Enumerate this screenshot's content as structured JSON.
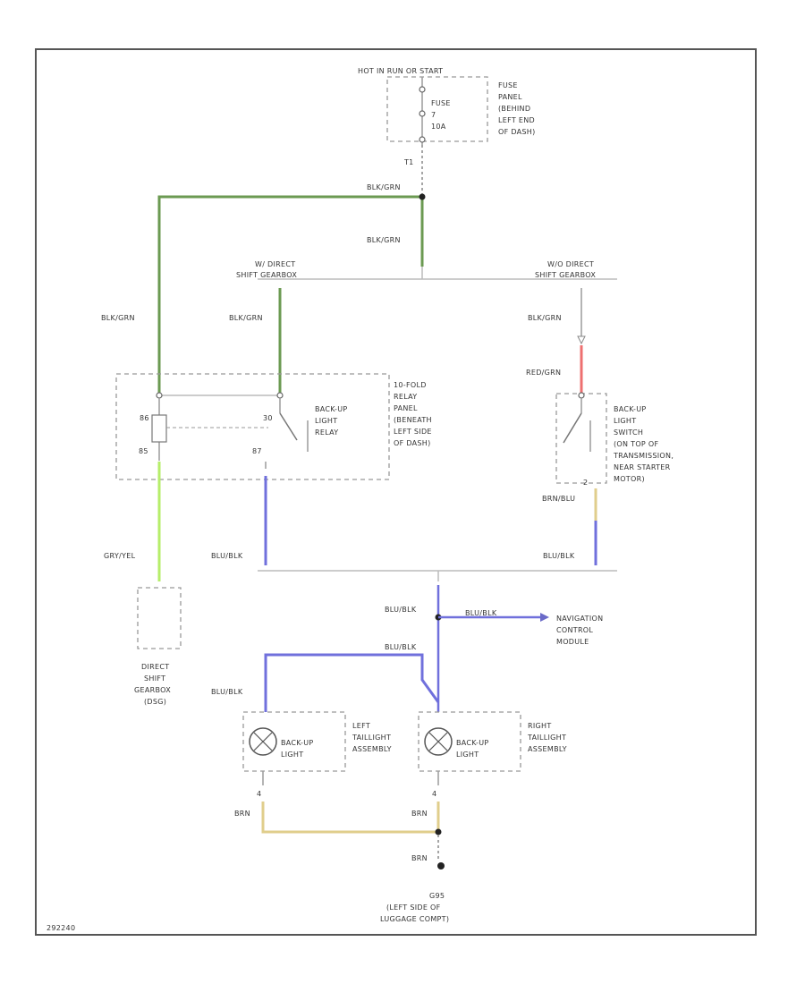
{
  "diagram": {
    "hot_label": "HOT IN RUN OR START",
    "fuse_inner": [
      "FUSE",
      "7",
      "10A"
    ],
    "fuse_panel": [
      "FUSE",
      "PANEL",
      "(BEHIND",
      "LEFT END",
      "OF DASH)"
    ],
    "splice_top": "T1",
    "wire_blk_grn_1": "BLK/GRN",
    "wire_blk_grn_2": "BLK/GRN",
    "dsg_with": [
      "W/ DIRECT",
      "SHIFT GEARBOX"
    ],
    "dsg_without": [
      "W/O DIRECT",
      "SHIFT GEARBOX"
    ],
    "wire_blk_grn_left": "BLK/GRN",
    "wire_blk_grn_mid": "BLK/GRN",
    "wire_blk_grn_right": "BLK/GRN",
    "wire_red_grn": "RED/GRN",
    "relay_pins": [
      "86",
      "85",
      "30",
      "87"
    ],
    "relay_label": [
      "BACK-UP",
      "LIGHT",
      "RELAY"
    ],
    "relay_panel": [
      "10-FOLD",
      "RELAY",
      "PANEL",
      "(BENEATH",
      "LEFT SIDE",
      "OF DASH)"
    ],
    "switch_label": [
      "BACK-UP",
      "LIGHT",
      "SWITCH",
      "(ON TOP OF",
      "TRANSMISSION,",
      "NEAR STARTER",
      "MOTOR)"
    ],
    "switch_pin": "2",
    "wire_brn_blu": "BRN/BLU",
    "wire_gry_yel": "GRY/YEL",
    "wire_blu_blk_left": "BLU/BLK",
    "wire_blu_blk_right": "BLU/BLK",
    "dsg_ecu": [
      "DIRECT",
      "SHIFT",
      "GEARBOX",
      "(DSG)"
    ],
    "wire_blu_blk_mid": "BLU/BLK",
    "wire_blu_blk_nav": "BLU/BLK",
    "nav_module": [
      "NAVIGATION",
      "CONTROL",
      "MODULE"
    ],
    "wire_blu_blk_lamp_r": "BLU/BLK",
    "wire_blu_blk_lamp_l": "BLU/BLK",
    "lamp_text": [
      "BACK-UP",
      "LIGHT"
    ],
    "left_tail": [
      "LEFT",
      "TAILLIGHT",
      "ASSEMBLY"
    ],
    "right_tail": [
      "RIGHT",
      "TAILLIGHT",
      "ASSEMBLY"
    ],
    "lamp_pin": "4",
    "wire_brn_l": "BRN",
    "wire_brn_r": "BRN",
    "wire_brn_g": "BRN",
    "ground": [
      "G95",
      "(LEFT SIDE OF",
      "LUGGAGE COMPT)"
    ],
    "figure_id": "292240",
    "colors": {
      "green": "#6b9a52",
      "light_green": "#b6ee6a",
      "red": "#ee7070",
      "blue": "#7070dc",
      "tan": "#e0ce8c",
      "frame": "#555555"
    }
  }
}
